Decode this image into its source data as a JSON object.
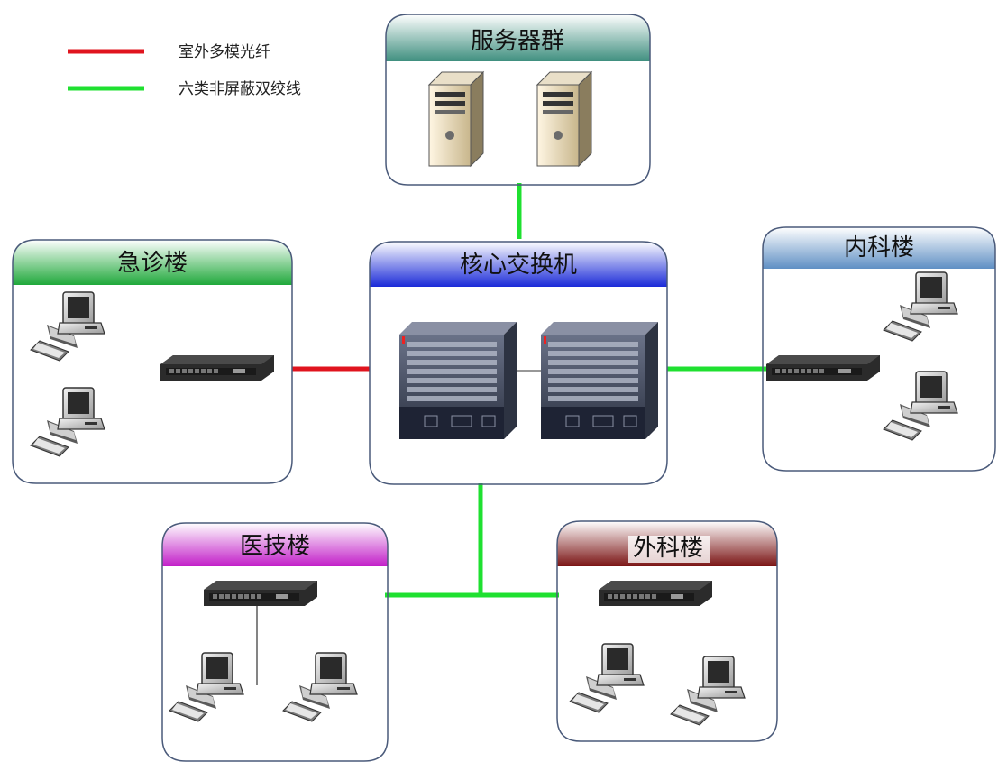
{
  "legend": {
    "items": [
      {
        "label": "室外多模光纤",
        "color": "#e0141e"
      },
      {
        "label": "六类非屏蔽双绞线",
        "color": "#1fe030"
      }
    ]
  },
  "nodes": {
    "server": {
      "title": "服务器群",
      "header_color": "#3f8f7f"
    },
    "core": {
      "title": "核心交换机",
      "header_color": "#1a2ad8"
    },
    "emergency": {
      "title": "急诊楼",
      "header_color": "#1fa83a"
    },
    "internal": {
      "title": "内科楼",
      "header_color": "#5f8fc4"
    },
    "medtech": {
      "title": "医技楼",
      "header_color": "#c21fc8"
    },
    "surgery": {
      "title": "外科楼",
      "header_color": "#7a1414"
    }
  },
  "links": [
    {
      "from": "server",
      "to": "core",
      "type": "六类非屏蔽双绞线"
    },
    {
      "from": "emergency",
      "to": "core",
      "type": "室外多模光纤"
    },
    {
      "from": "core",
      "to": "internal",
      "type": "六类非屏蔽双绞线"
    },
    {
      "from": "core",
      "to": "medtech",
      "type": "六类非屏蔽双绞线"
    },
    {
      "from": "core",
      "to": "surgery",
      "type": "六类非屏蔽双绞线"
    }
  ]
}
